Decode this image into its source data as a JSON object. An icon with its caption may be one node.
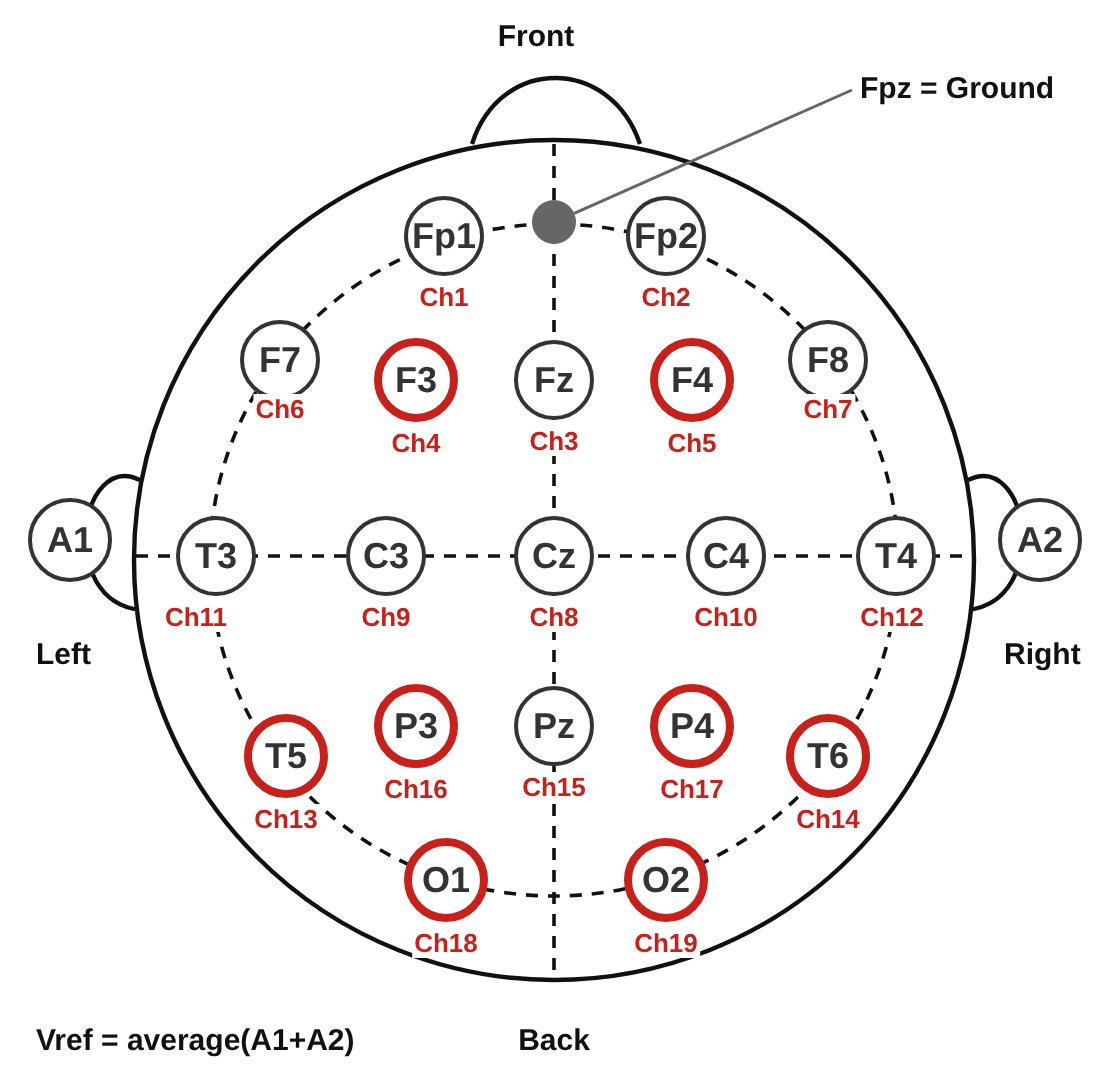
{
  "diagram": {
    "nodes": [
      {
        "text": [
          "Fpz = Ground"
        ]
      },
      {
        "text": [
          "Fp1"
        ],
        "beside": [
          "Ch1"
        ]
      },
      {
        "text": [],
        "shape": "circle"
      },
      {
        "text": [
          "Fp2"
        ],
        "beside": [
          "Ch2"
        ]
      },
      {
        "text": [
          "F7"
        ],
        "beside": [
          "Ch6"
        ]
      },
      {
        "text": [
          "F3"
        ],
        "beside": [
          "Ch4"
        ]
      },
      {
        "text": [
          "Fz"
        ],
        "beside": [
          "Ch3"
        ]
      },
      {
        "text": [
          "F4"
        ],
        "beside": [
          "Ch5"
        ]
      },
      {
        "text": [
          "F8"
        ],
        "beside": [
          "Ch7"
        ]
      },
      {
        "text": [
          "A1"
        ]
      },
      {
        "text": [
          "T3"
        ],
        "beside": [
          "Ch11"
        ]
      },
      {
        "text": [
          "C3"
        ],
        "beside": [
          "Ch9"
        ]
      },
      {
        "text": [
          "Cz"
        ],
        "beside": [
          "Ch8"
        ]
      },
      {
        "text": [
          "C4"
        ],
        "beside": [
          "Ch10"
        ]
      },
      {
        "text": [
          "T4"
        ],
        "beside": [
          "Ch12"
        ]
      },
      {
        "text": [
          "A2"
        ]
      },
      {
        "text": [
          "T5"
        ],
        "beside": [
          "Ch13"
        ]
      },
      {
        "text": [
          "P3"
        ],
        "beside": [
          "Ch16"
        ]
      },
      {
        "text": [
          "Pz"
        ],
        "beside": [
          "Ch15"
        ]
      },
      {
        "text": [
          "P4"
        ],
        "beside": [
          "Ch17"
        ]
      },
      {
        "text": [
          "T6"
        ],
        "beside": [
          "Ch14"
        ]
      },
      {
        "text": [
          "O1"
        ],
        "beside": [
          "Ch18"
        ]
      },
      {
        "text": [
          "O2"
        ],
        "beside": [
          "Ch19"
        ]
      }
    ],
    "edges": [
      {
        "from": 0,
        "to": 2,
        "arrow": "none"
      }
    ],
    "labels": [
      "Front",
      "Left",
      "Right",
      "Vref = average(A1+A2)",
      "Back"
    ]
  }
}
